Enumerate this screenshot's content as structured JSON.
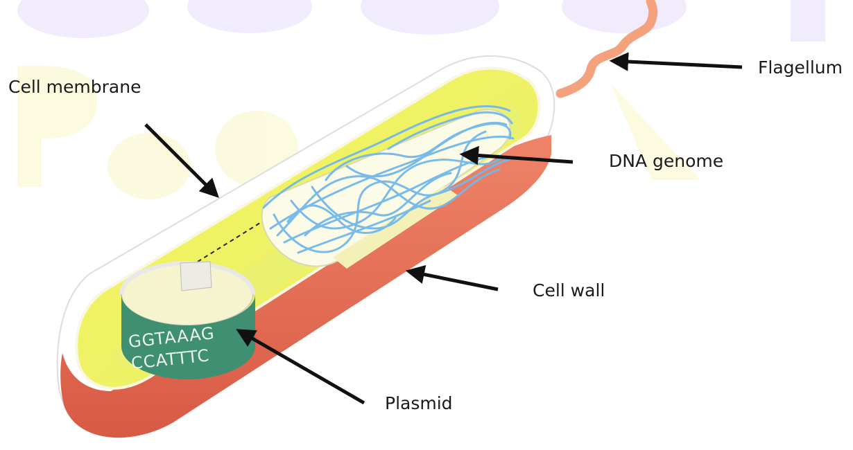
{
  "labels": {
    "cell_membrane": "Cell membrane",
    "flagellum": "Flagellum",
    "dna_genome": "DNA genome",
    "cell_wall": "Cell wall",
    "plasmid": "Plasmid"
  },
  "plasmid_sequence": {
    "top": "GGTAAAG",
    "bottom": "CCATTTC"
  },
  "colors": {
    "cell_wall": "#e5705c",
    "cell_membrane": "#f2f55c",
    "dna": "#7cc0ef",
    "plasmid": "#3a8a6b",
    "flagellum": "#f4a27e",
    "watermark": "#e3d9fb"
  }
}
